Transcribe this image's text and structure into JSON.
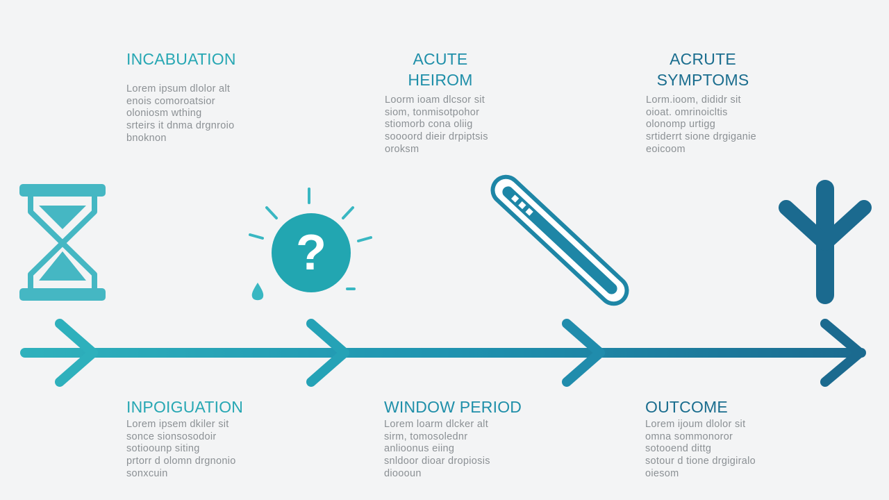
{
  "top_sections": [
    {
      "title_lines": [
        "INCABUATION"
      ],
      "body_lines": [
        "Lorem ipsum dlolor alt",
        "enois comoroatsior",
        "oloniosm wthing",
        "srteirs it dnma drgnroio",
        "bnoknon"
      ]
    },
    {
      "title_lines": [
        "ACUTE",
        "HEIROM"
      ],
      "body_lines": [
        "Loorm ioam dlcsor sit",
        "siom, tonmisotpohor",
        "stiomorb cona oliig",
        "soooord dieir drpiptsis",
        "oroksm"
      ]
    },
    {
      "title_lines": [
        "ACRUTE",
        "SYMPTOMS"
      ],
      "body_lines": [
        "Lorm.ioom, dididr sit",
        "oioat. omrinoicltis",
        "olonomp urtigg",
        "srtiderrt sione drgiganie",
        "eoicoom"
      ]
    }
  ],
  "bottom_sections": [
    {
      "title_lines": [
        "INPOIGUATION"
      ],
      "body_lines": [
        "Lorem ipsem dkiler sit",
        "sonce sionsosodoir",
        "sotioounp siting",
        "prtorr d olomn drgnonio",
        "sonxcuin"
      ]
    },
    {
      "title_lines": [
        "WINDOW PERIOD"
      ],
      "body_lines": [
        "Lorem loarm dlcker alt",
        "sirm, tomosolednr",
        "anlioonus eiing",
        "snldoor dioar dropiosis",
        "dioooun"
      ]
    },
    {
      "title_lines": [
        "OUTCOME"
      ],
      "body_lines": [
        "Lorem ijoum dlolor sit",
        "omna sommonoror",
        "sotooend dittg",
        "sotour d tione drgigiralo",
        "oiesom"
      ]
    }
  ],
  "icons": [
    "hourglass-icon",
    "question-sun-icon",
    "thermometer-icon",
    "outcome-y-icon"
  ],
  "colors": {
    "teal": "#27a7b3",
    "mid": "#1f8fa9",
    "dark": "#1a6d8e",
    "text": "#8b9094",
    "background": "#f3f4f5"
  }
}
